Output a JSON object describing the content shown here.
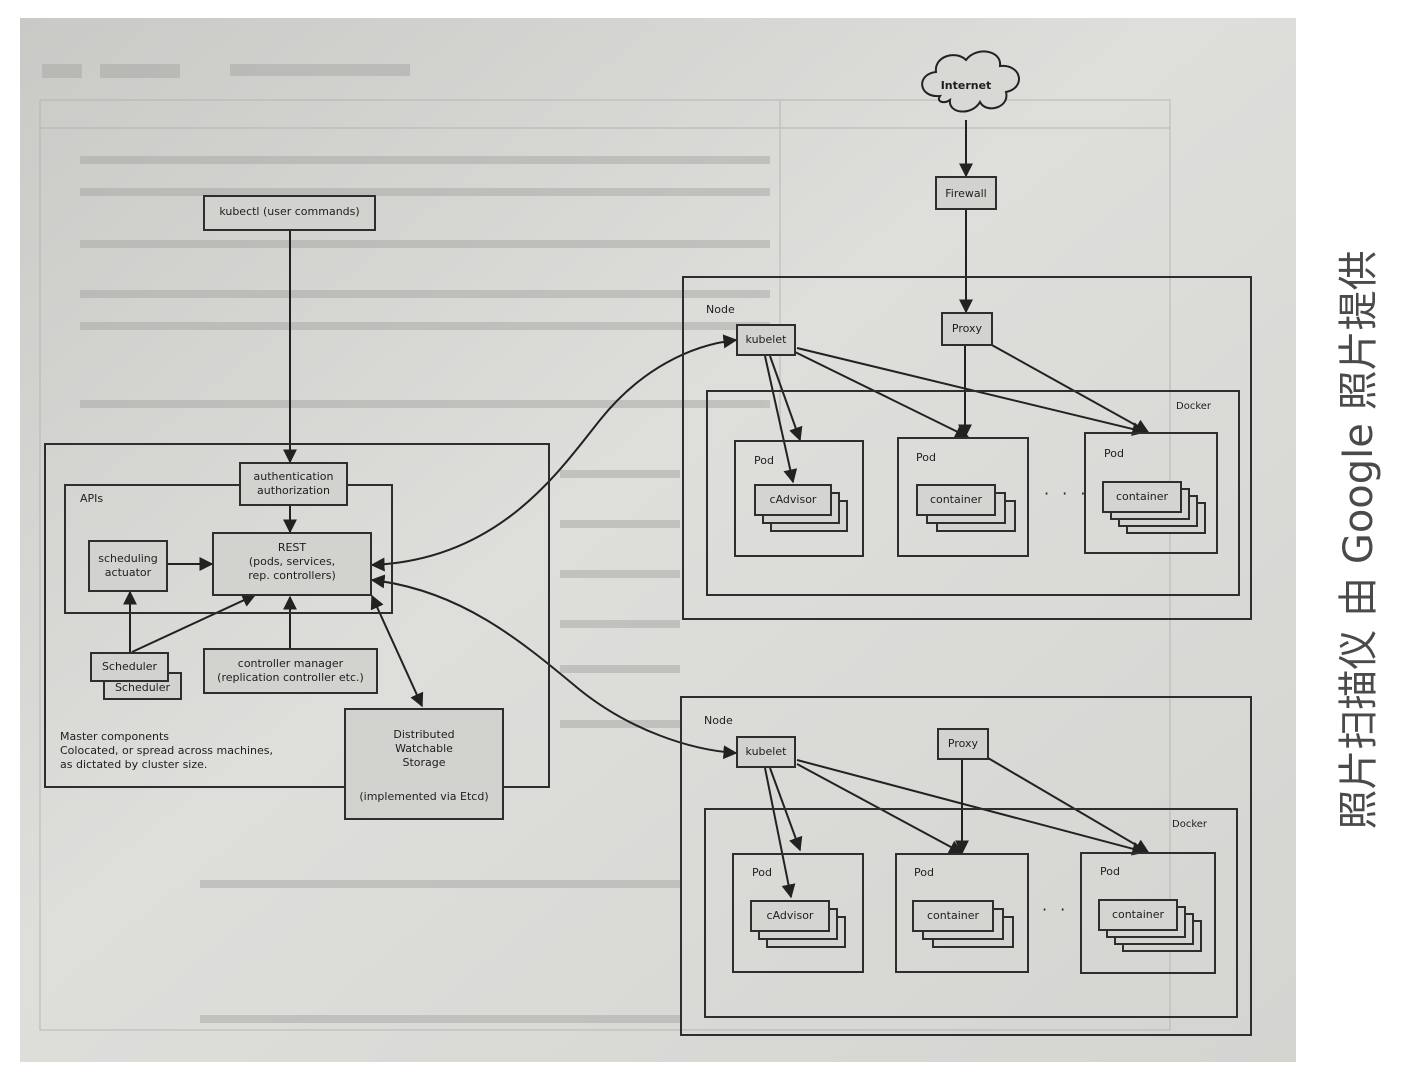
{
  "kubectl": "kubectl (user commands)",
  "internet": "Internet",
  "firewall": "Firewall",
  "master": {
    "auth": "authentication\nauthorization",
    "apis": "APIs",
    "rest": "REST\n(pods, services,\nrep. controllers)",
    "scheduling_actuator": "scheduling\nactuator",
    "scheduler": "Scheduler",
    "controller_manager": "controller manager\n(replication controller etc.)",
    "storage": "Distributed\nWatchable\nStorage",
    "storage_impl": "(implemented via Etcd)",
    "caption": "Master components\nColocated, or spread across machines,\nas dictated by cluster size."
  },
  "node": {
    "label": "Node",
    "kubelet": "kubelet",
    "proxy": "Proxy",
    "docker": "Docker",
    "pod": "Pod",
    "cadvisor": "cAdvisor",
    "container": "container",
    "ellipsis": "· · ·"
  },
  "watermark": "照片扫描仪 由 Google 照片提供"
}
